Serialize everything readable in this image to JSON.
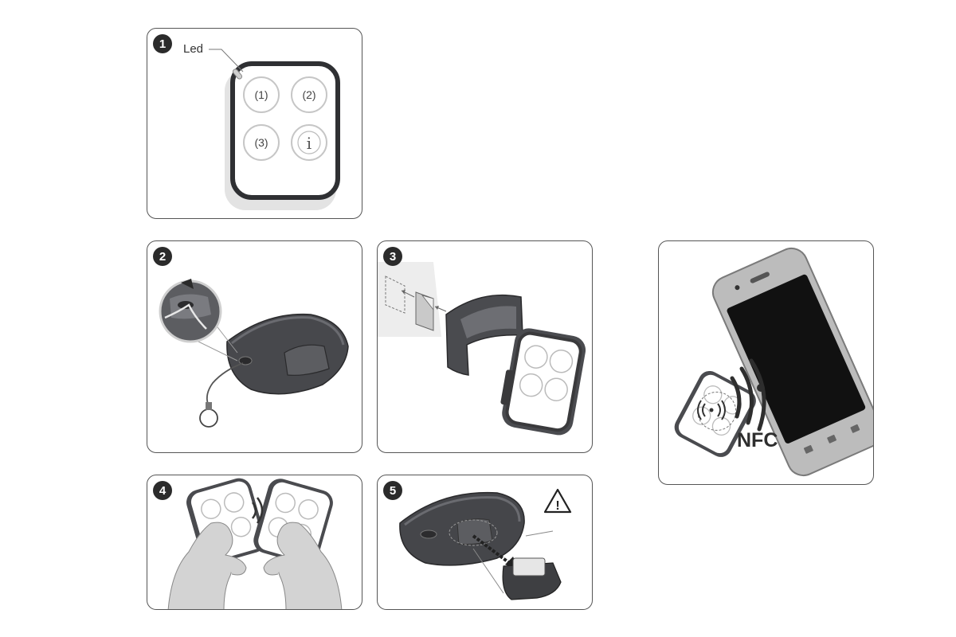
{
  "panel1": {
    "step": "1",
    "led_label": "Led",
    "buttons": [
      "(1)",
      "(2)",
      "(3)",
      "i"
    ]
  },
  "panel2": {
    "step": "2"
  },
  "panel3": {
    "step": "3"
  },
  "panel4": {
    "step": "4"
  },
  "panel5": {
    "step": "5",
    "warning_symbol": "!"
  },
  "panel6": {
    "nfc_label": "NFC"
  },
  "colors": {
    "device_dark": "#3e3f42",
    "device_mid": "#5a5b5f",
    "hand_grey": "#d3d3d3",
    "border": "#555555"
  }
}
